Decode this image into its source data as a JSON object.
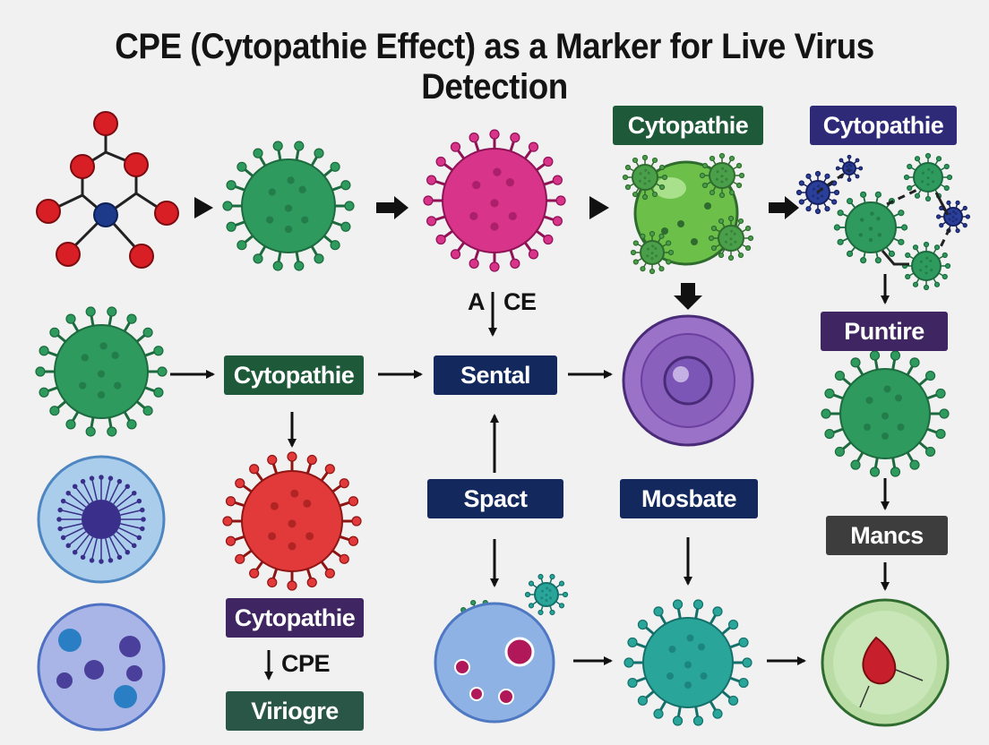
{
  "title": "CPE (Cytopathie Effect) as a Marker for Live Virus Detection",
  "boxes": {
    "cyto_top_green": "Cytopathie",
    "cyto_top_indigo": "Cytopathie",
    "cyto_mid": "Cytopathie",
    "sental": "Sental",
    "spact": "Spact",
    "mosbate": "Mosbate",
    "puntire": "Puntire",
    "mancs": "Mancs",
    "cyto_bottom": "Cytopathie",
    "viriogre": "Viriogre"
  },
  "labels": {
    "a_left": "A",
    "ce_right": "CE",
    "cpe": "CPE"
  },
  "colors": {
    "dark_green": "#1e5a3a",
    "navy": "#13295e",
    "indigo": "#2f2a78",
    "purple": "#3f2561",
    "gray": "#3d3d3d",
    "slate_green": "#2a5647"
  }
}
